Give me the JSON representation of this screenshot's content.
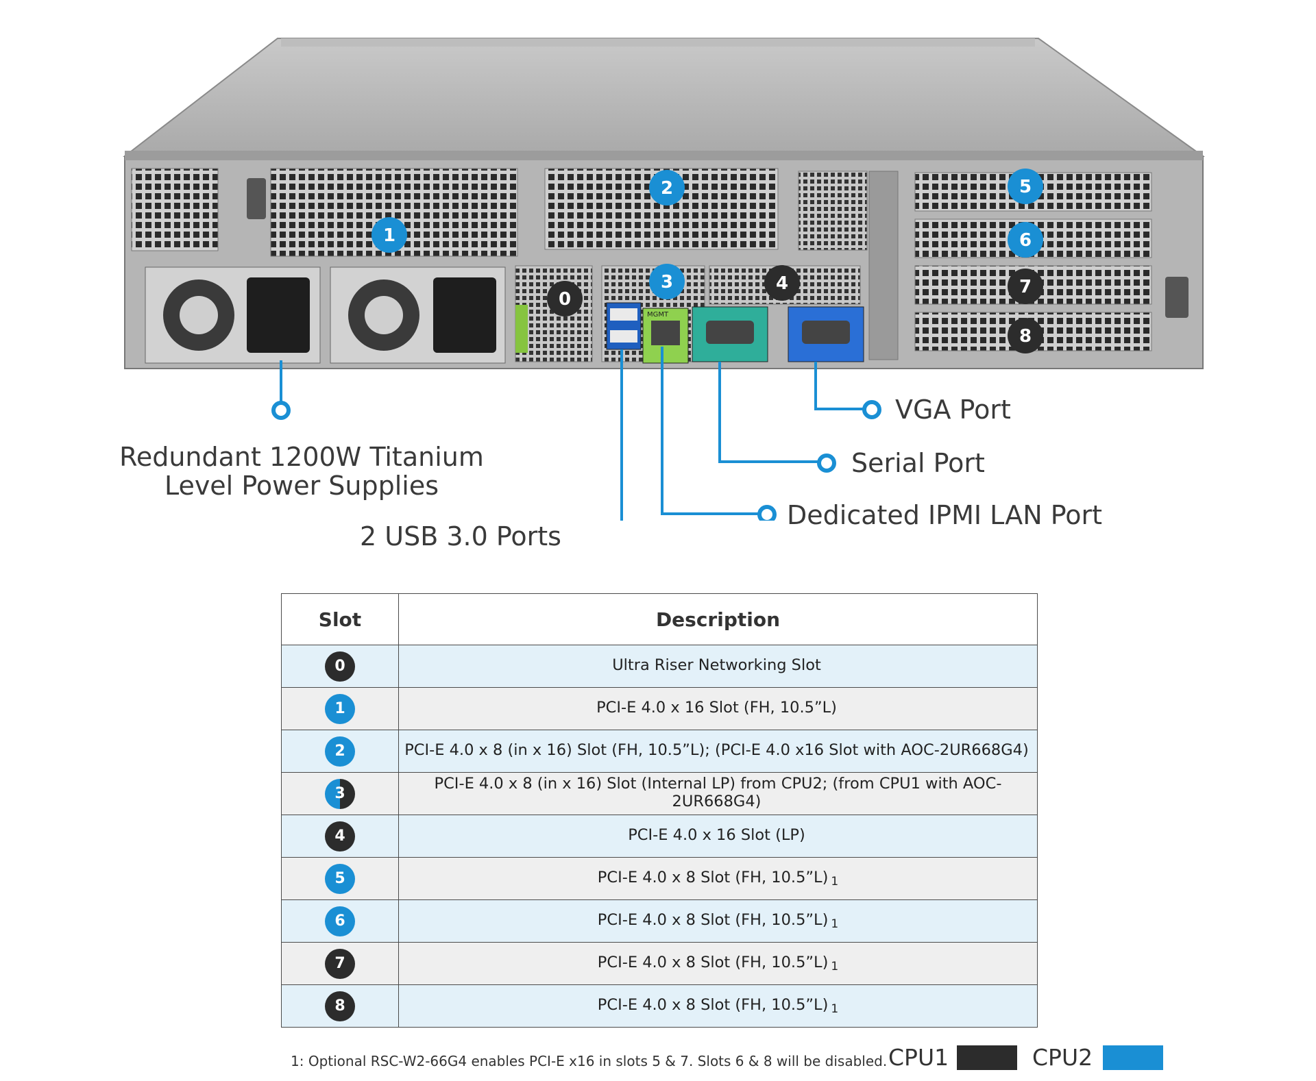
{
  "callouts": {
    "psu": "Redundant 1200W Titanium Level Power Supplies",
    "usb": "2 USB 3.0 Ports",
    "ipmi": "Dedicated IPMI LAN Port",
    "serial": "Serial Port",
    "vga": "VGA Port"
  },
  "chassis_slot_markers": [
    "1",
    "2",
    "3",
    "0",
    "4",
    "5",
    "6",
    "7",
    "8"
  ],
  "chassis_text": {
    "mgmt": "MGMT"
  },
  "table": {
    "headers": {
      "slot": "Slot",
      "description": "Description"
    },
    "rows": [
      {
        "slot": "0",
        "cpu": "CPU1",
        "description": "Ultra Riser Networking Slot",
        "note": ""
      },
      {
        "slot": "1",
        "cpu": "CPU2",
        "description": "PCI-E 4.0 x 16 Slot (FH, 10.5”L)",
        "note": ""
      },
      {
        "slot": "2",
        "cpu": "CPU2",
        "description": "PCI-E 4.0 x 8 (in x 16) Slot (FH, 10.5”L); (PCI-E 4.0 x16 Slot with AOC-2UR668G4)",
        "note": ""
      },
      {
        "slot": "3",
        "cpu": "CPU2/CPU1",
        "description": "PCI-E 4.0 x 8 (in x 16) Slot (Internal LP) from CPU2; (from CPU1 with AOC-2UR668G4)",
        "note": ""
      },
      {
        "slot": "4",
        "cpu": "CPU1",
        "description": "PCI-E 4.0 x 16 Slot (LP)",
        "note": ""
      },
      {
        "slot": "5",
        "cpu": "CPU2",
        "description": "PCI-E 4.0 x 8 Slot (FH, 10.5”L)",
        "note": "1"
      },
      {
        "slot": "6",
        "cpu": "CPU2",
        "description": "PCI-E 4.0 x 8 Slot (FH, 10.5”L)",
        "note": "1"
      },
      {
        "slot": "7",
        "cpu": "CPU1",
        "description": "PCI-E 4.0 x 8 Slot (FH, 10.5”L)",
        "note": "1"
      },
      {
        "slot": "8",
        "cpu": "CPU1",
        "description": "PCI-E 4.0 x 8 Slot (FH, 10.5”L)",
        "note": "1"
      }
    ]
  },
  "footnote": "1: Optional RSC-W2-66G4 enables PCI-E x16 in slots 5 & 7. Slots 6 & 8 will be disabled.",
  "legend": {
    "cpu1_label": "CPU1",
    "cpu1_color": "#2c2c2c",
    "cpu2_label": "CPU2",
    "cpu2_color": "#1a8fd4"
  }
}
